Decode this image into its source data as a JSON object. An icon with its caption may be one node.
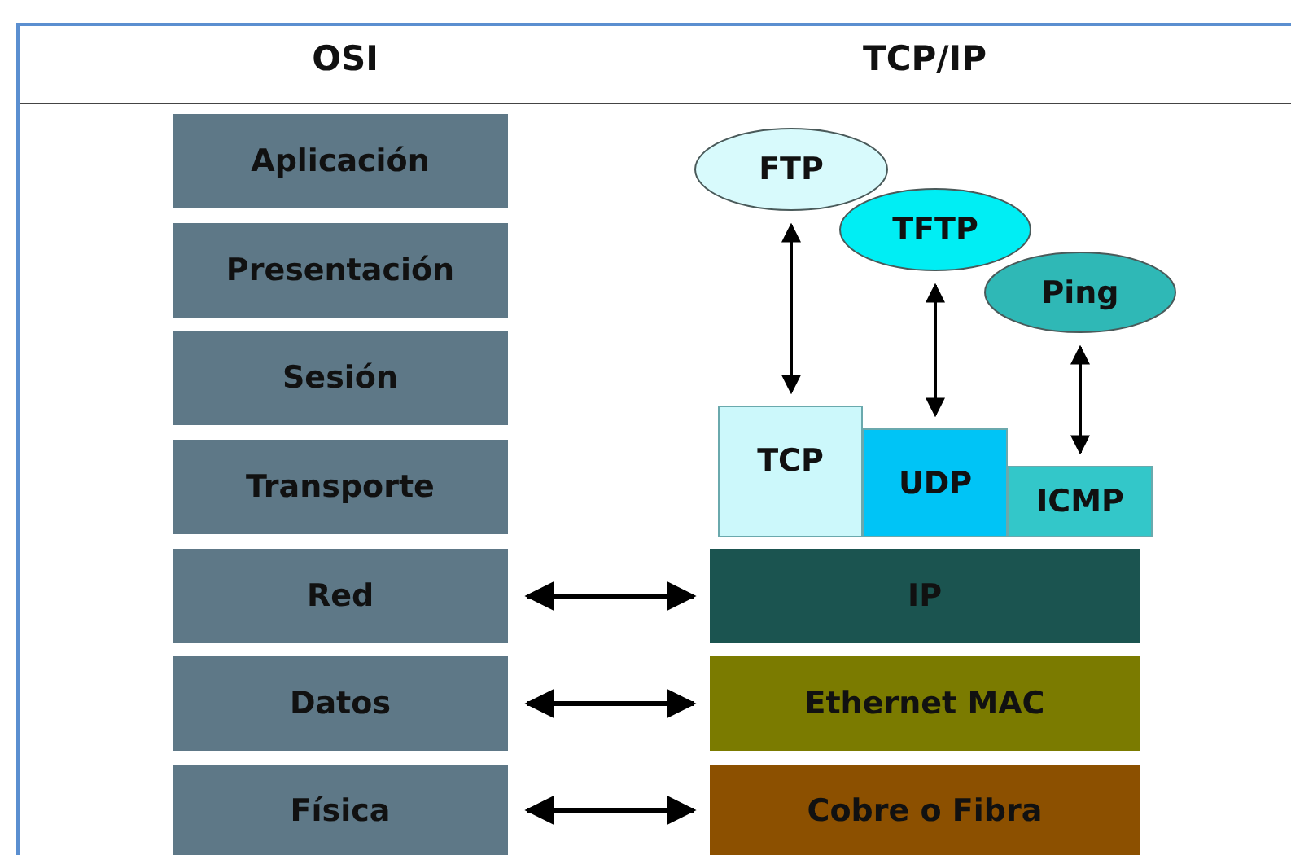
{
  "diagram": {
    "nodes": [
      {
        "text": [
          "Aplicación"
        ]
      },
      {
        "text": [
          "Presentación"
        ]
      },
      {
        "text": [
          "Sesión"
        ]
      },
      {
        "text": [
          "Transporte"
        ]
      },
      {
        "text": [
          "Red"
        ]
      },
      {
        "text": [
          "Datos"
        ]
      },
      {
        "text": [
          "Física"
        ]
      },
      {
        "text": [
          "FTP"
        ]
      },
      {
        "text": [
          "TFTP"
        ]
      },
      {
        "text": [
          "Ping"
        ]
      },
      {
        "text": [
          "TCP"
        ]
      },
      {
        "text": [
          "UDP"
        ]
      },
      {
        "text": [
          "ICMP"
        ]
      },
      {
        "text": [
          "IP"
        ]
      },
      {
        "text": [
          "Ethernet MAC"
        ]
      },
      {
        "text": [
          "Cobre o Fibra"
        ]
      }
    ],
    "edges": [
      {
        "from": 4,
        "to": 13,
        "arrow": "both"
      },
      {
        "from": 5,
        "to": 14,
        "arrow": "both"
      },
      {
        "from": 6,
        "to": 15,
        "arrow": "both"
      },
      {
        "from": 7,
        "to": 10,
        "arrow": "both"
      },
      {
        "from": 8,
        "to": 11,
        "arrow": "both"
      },
      {
        "from": 9,
        "to": 12,
        "arrow": "both"
      }
    ],
    "labels": [
      "OSI",
      "TCP/IP"
    ]
  }
}
